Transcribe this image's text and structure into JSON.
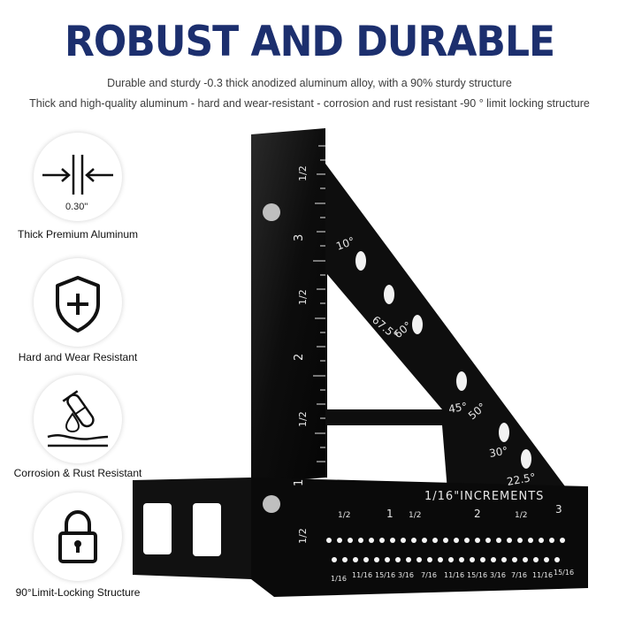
{
  "headline": "ROBUST AND DURABLE",
  "subtitle_1": "Durable and sturdy -0.3 thick anodized aluminum alloy, with a 90% sturdy structure",
  "subtitle_2": "Thick and high-quality aluminum - hard and wear-resistant - corrosion and rust resistant -90 ° limit locking structure",
  "features": [
    {
      "icon": "thickness-arrows-icon",
      "measure": "0.30\"",
      "label": "Thick Premium Aluminum"
    },
    {
      "icon": "shield-plus-icon",
      "label": "Hard and Wear Resistant"
    },
    {
      "icon": "test-tube-drop-icon",
      "label": "Corrosion & Rust Resistant"
    },
    {
      "icon": "padlock-icon",
      "label": "90°Limit-Locking Structure"
    }
  ],
  "product": {
    "image": "aluminum-carpenter-square",
    "color": "#0d0d0d",
    "engraving_color": "#e6e6e6",
    "increments_label": "1/16\"INCREMENTS",
    "vertical_ruler_labels": [
      "1/2",
      "3",
      "1/2",
      "2",
      "1/2",
      "1",
      "1/2"
    ],
    "horizontal_ruler_labels": [
      "1/2",
      "1",
      "1/2",
      "2",
      "1/2",
      "3"
    ],
    "fraction_labels": [
      "1/16",
      "11/16",
      "15/16",
      "3/16",
      "7/16",
      "11/16",
      "15/16",
      "3/16",
      "7/16",
      "11/16",
      "15/16"
    ],
    "angle_labels": [
      "10°",
      "67.5°",
      "60°",
      "45°",
      "50°",
      "30°",
      "22.5°"
    ]
  }
}
